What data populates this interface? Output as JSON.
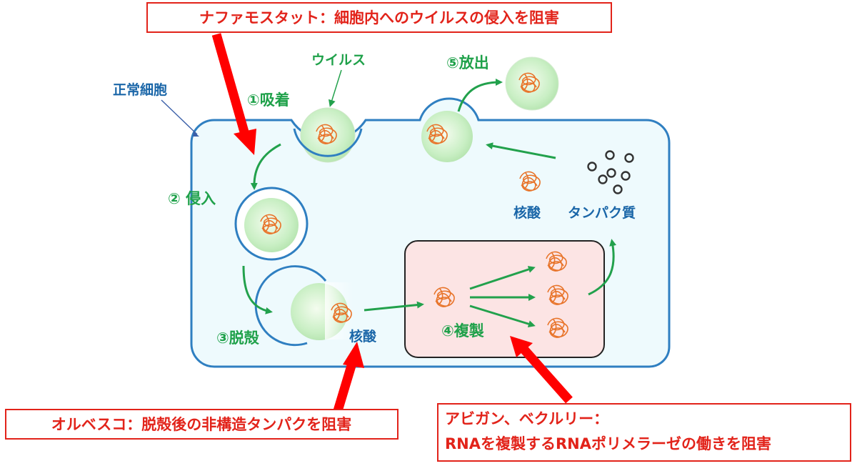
{
  "annotations": {
    "nafamostat": "ナファモスタット：細胞内へのウイルスの侵入を阻害",
    "olvesco": "オルベスコ：脱殻後の非構造タンパクを阻害",
    "avigan_line1": "アビガン、ベクルリー：",
    "avigan_line2": "RNAを複製するRNAポリメラーゼの働きを阻害"
  },
  "labels": {
    "normal_cell": "正常細胞",
    "virus": "ウイルス",
    "step1": "①吸着",
    "step2": "② 侵入",
    "step3": "③脱殻",
    "step4": "④複製",
    "step5": "⑤放出",
    "nucleic_acid_1": "核酸",
    "nucleic_acid_2": "核酸",
    "protein": "タンパク質"
  },
  "colors": {
    "cell_border": "#2f7fc1",
    "cell_fill": "#eefafd",
    "virus_fill": "#c9efc4",
    "rna": "#e8742a",
    "step_arrow": "#22a14c",
    "inhibit_arrow": "#ff0000",
    "replication_box": "#fce4e4"
  }
}
